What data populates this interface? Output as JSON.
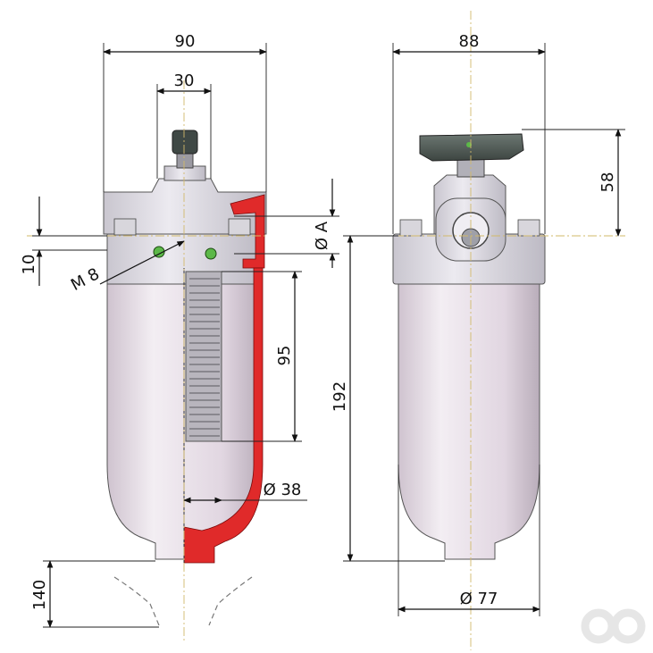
{
  "dimensions": {
    "width_front": "90",
    "inlet_width": "30",
    "width_side": "88",
    "height_knob": "58",
    "port_diameter": "Ø A",
    "flange_height": "10",
    "thread": "M 8",
    "element_height": "95",
    "total_height": "192",
    "element_diameter": "Ø 38",
    "removal_clearance": "140",
    "bowl_diameter": "Ø 77"
  },
  "colors": {
    "cutaway": "#e02a2a",
    "bowl": "#e6dce6",
    "knob": "#4c5652",
    "centerline": "#d2b96a"
  },
  "icons": {
    "watermark": "brand-logo-icon"
  }
}
